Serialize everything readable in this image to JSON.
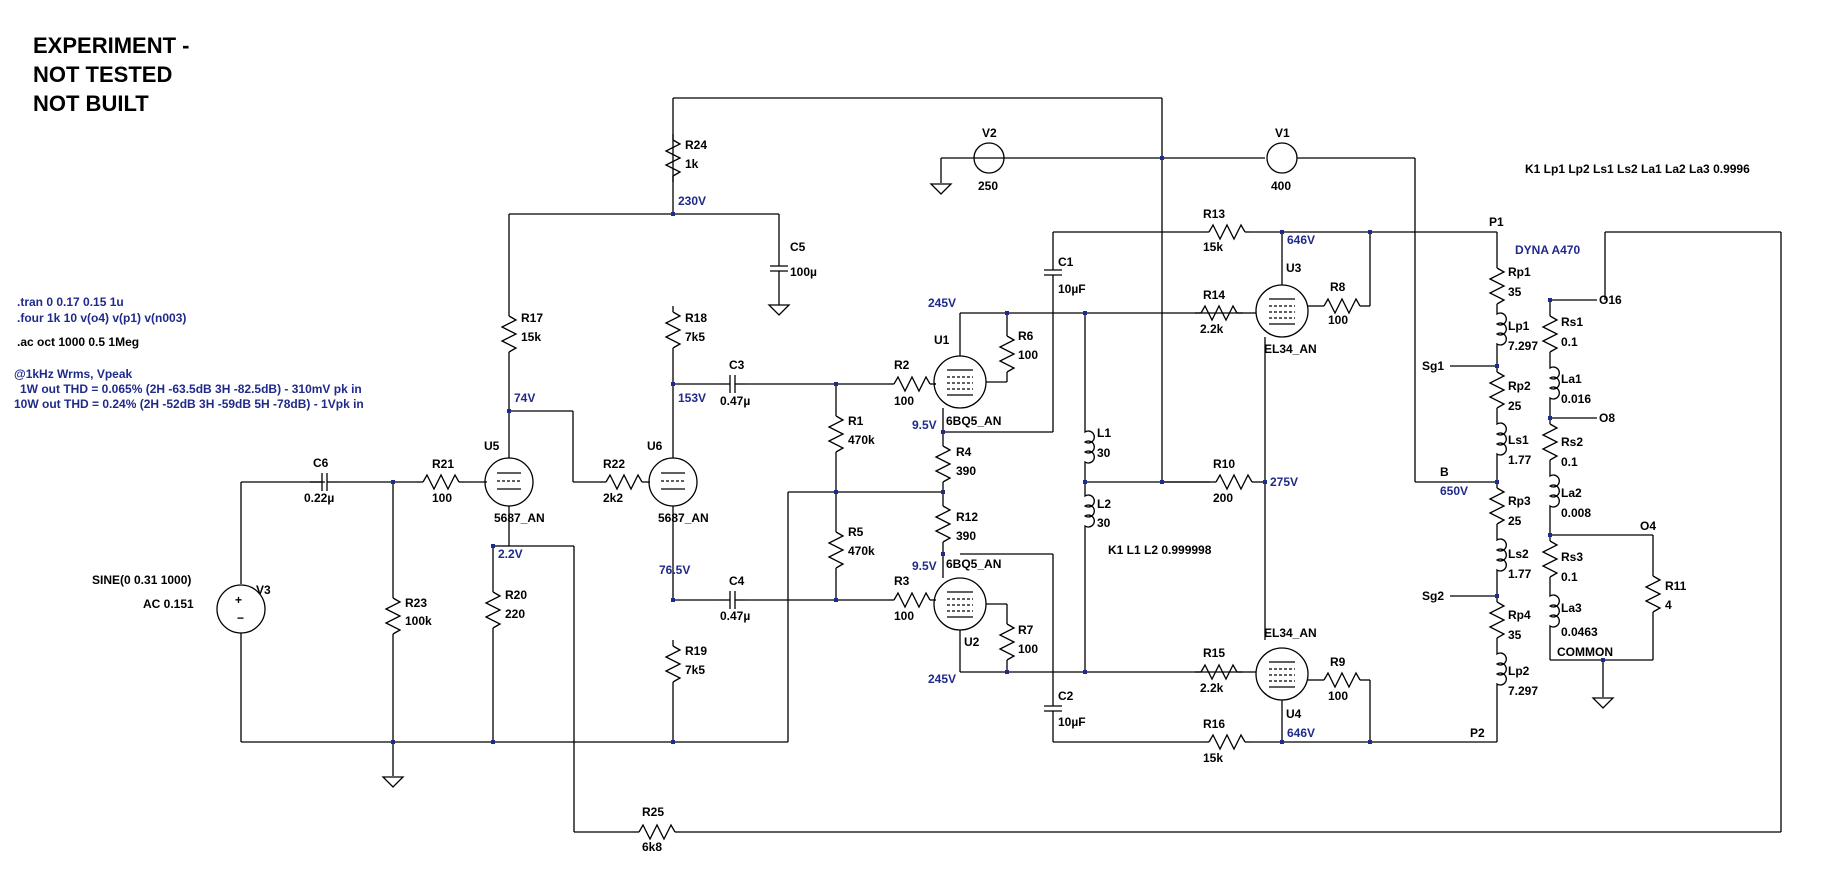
{
  "title_lines": [
    "EXPERIMENT -",
    "NOT TESTED",
    "NOT BUILT"
  ],
  "directives": {
    "tran": ".tran 0 0.17 0.15 1u",
    "four": ".four 1k 10 v(o4) v(p1) v(n003)",
    "ac": ".ac oct 1000 0.5 1Meg",
    "note1": "@1kHz Wrms, Vpeak",
    "note2": "1W out THD = 0.065% (2H -63.5dB 3H -82.5dB) - 310mV pk in",
    "note3": "10W out THD = 0.24% (2H -52dB 3H -59dB 5H -78dB) - 1Vpk in",
    "coupling_out": "K1 Lp1 Lp2 Ls1 Ls2 La1 La2 La3 0.9996",
    "coupling_choke": "K1 L1 L2 0.999998"
  },
  "source": {
    "sine": "SINE(0 0.31 1000)",
    "ac": "AC 0.151",
    "name": "V3"
  },
  "components": {
    "R24": "1k",
    "R18": "7k5",
    "R17": "15k",
    "R21": "100",
    "R22": "2k2",
    "R23": "100k",
    "R20": "220",
    "R19": "7k5",
    "R1": "470k",
    "R5": "470k",
    "R2": "100",
    "R3": "100",
    "R4": "390",
    "R12": "390",
    "R6": "100",
    "R7": "100",
    "R13": "15k",
    "R14": "2.2k",
    "R15": "2.2k",
    "R16": "15k",
    "R8": "100",
    "R9": "100",
    "R10": "200",
    "R11": "4",
    "R25": "6k8",
    "C1": "10µF",
    "C2": "10µF",
    "C3": "0.47µ",
    "C4": "0.47µ",
    "C5": "100µ",
    "C6": "0.22µ",
    "V1": "400",
    "V2": "250",
    "L1": "30",
    "L2": "30",
    "Rp1": "35",
    "Lp1": "7.297",
    "Rp2": "25",
    "Ls1": "1.77",
    "Rp3": "25",
    "Ls2": "1.77",
    "Rp4": "35",
    "Lp2": "7.297",
    "Rs1": "0.1",
    "La1": "0.016",
    "Rs2": "0.1",
    "La2": "0.008",
    "Rs3": "0.1",
    "La3": "0.0463"
  },
  "tubes": {
    "U1": "6BQ5_AN",
    "U2": "6BQ5_AN",
    "U3": "EL34_AN",
    "U4": "EL34_AN",
    "U5": "5687_AN",
    "U6": "5687_AN"
  },
  "nodes": {
    "v230": "230V",
    "v74": "74V",
    "v153": "153V",
    "v22": "2.2V",
    "v765": "76.5V",
    "v245a": "245V",
    "v245b": "245V",
    "v95a": "9.5V",
    "v95b": "9.5V",
    "v646a": "646V",
    "v646b": "646V",
    "v275": "275V",
    "v650": "650V"
  },
  "transformer": {
    "name": "DYNA A470",
    "p1": "P1",
    "p2": "P2",
    "b": "B",
    "sg1": "Sg1",
    "sg2": "Sg2",
    "o16": "O16",
    "o8": "O8",
    "o4": "O4",
    "common": "COMMON"
  }
}
